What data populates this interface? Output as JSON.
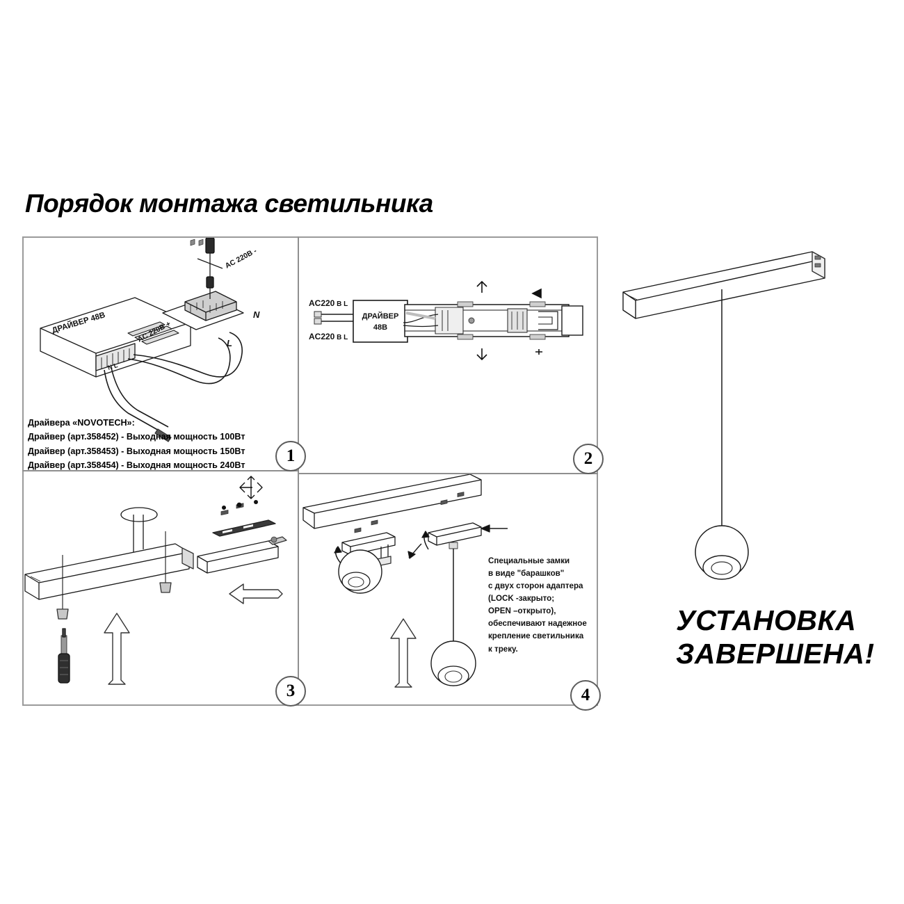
{
  "document": {
    "title": "Порядок монтажа светильника",
    "language": "ru"
  },
  "panels": {
    "step1": {
      "number": "1",
      "driver_label": "ДРАЙВЕР 48В",
      "ac_label_top": "AC 220В -",
      "ac_label_left": "AC 220В +",
      "wire_n": "N",
      "wire_l": "L",
      "terminal_marks": "N L",
      "spec_lines": [
        "Драйвера «NOVOTECH»:",
        "Драйвер (арт.358452) - Выходная мощность 100Вт",
        "Драйвер (арт.358453) - Выходная мощность 150Вт",
        "Драйвер (арт.358454) - Выходная мощность 240Вт"
      ]
    },
    "step2": {
      "number": "2",
      "driver_box_line1": "ДРАЙВЕР",
      "driver_box_line2": "48В",
      "ac_input_top_prefix": "AC220",
      "ac_input_top_suffix": "В L",
      "ac_input_bottom_prefix": "AC220",
      "ac_input_bottom_suffix": "В L"
    },
    "step3": {
      "number": "3"
    },
    "step4": {
      "number": "4",
      "note_lines": [
        "Специальные замки",
        "в виде \"барашков\"",
        "с двух сторон адаптера",
        "(LOCK -закрыто;",
        "OPEN –открыто),",
        "обеспечивают надежное",
        "крепление светильника",
        "к треку."
      ],
      "note_bold_terms": [
        "LOCK",
        "OPEN"
      ]
    },
    "result": {
      "line1": "УСТАНОВКА",
      "line2": "ЗАВЕРШЕНА!"
    }
  },
  "colors": {
    "ink": "#000000",
    "border": "#9a9a9a",
    "divider": "#8f8f8f",
    "background": "#ffffff",
    "shading": "#d9d9d9"
  }
}
